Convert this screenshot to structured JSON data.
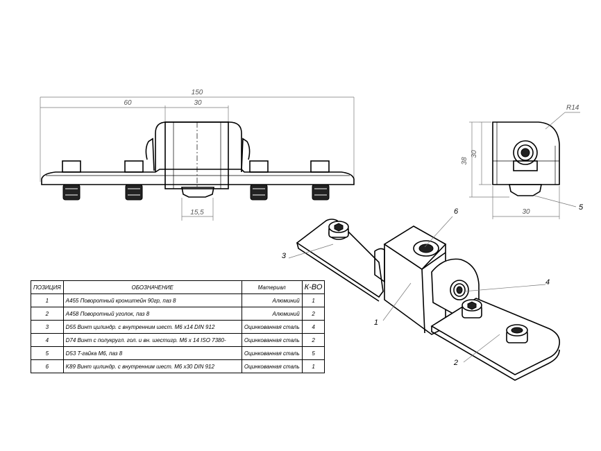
{
  "dimensions": {
    "overall_width": "150",
    "left_offset": "60",
    "block_width": "30",
    "nut_width": "15,5",
    "radius": "R14",
    "side_height_inner": "30",
    "side_height_outer": "38",
    "side_width": "30"
  },
  "callouts": [
    "1",
    "2",
    "3",
    "4",
    "5",
    "6"
  ],
  "bom": {
    "headers": {
      "position": "ПОЗИЦИЯ",
      "designation": "ОБОЗНАЧЕНИЕ",
      "material": "Материал",
      "qty": "К-ВО"
    },
    "rows": [
      {
        "pos": "1",
        "designation": "A455 Поворотный кронштейн 90гр, паз 8",
        "material": "Алюминий",
        "qty": "1"
      },
      {
        "pos": "2",
        "designation": "A458 Поворотный уголок, паз 8",
        "material": "Алюминий",
        "qty": "2"
      },
      {
        "pos": "3",
        "designation": "D55 Винт цилиндр. с внутренним шест. M6 x14 DIN 912",
        "material": "Оцинкованная сталь",
        "qty": "4"
      },
      {
        "pos": "4",
        "designation": "D74 Винт с полукругл. гол. и вн. шестигр. M6 x 14 ISO 7380-",
        "material": "Оцинкованная сталь",
        "qty": "2"
      },
      {
        "pos": "5",
        "designation": "D53 T-гайка M6, паз 8",
        "material": "Оцинкованная сталь",
        "qty": "5"
      },
      {
        "pos": "6",
        "designation": "K89 Винт цилиндр. с внутренним шест. M6 x30 DIN 912",
        "material": "Оцинкованная сталь",
        "qty": "1"
      }
    ]
  }
}
